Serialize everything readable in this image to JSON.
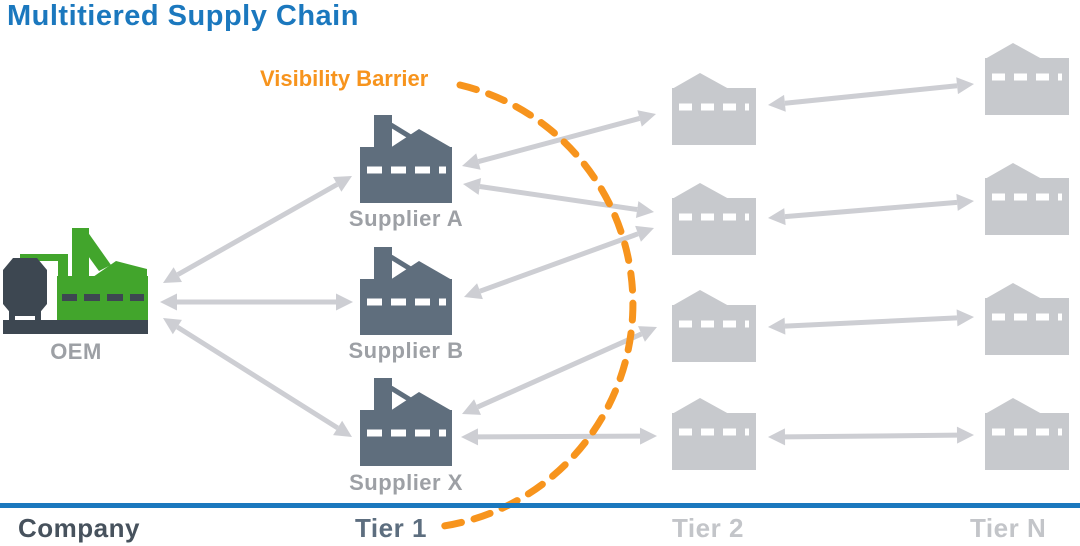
{
  "title": {
    "text": "Multitiered Supply Chain",
    "color": "#1b78be"
  },
  "colors": {
    "axis_blue": "#1b78be",
    "barrier_orange": "#f7941d",
    "oem_green": "#42a52c",
    "icon_dark": "#3d4751",
    "supplier_slate": "#5f6e7d",
    "tier_gray": "#c7c9cd",
    "arrow_gray": "#cdced3",
    "entity_label": "#9da0a5",
    "background": "#ffffff"
  },
  "diagram": {
    "barrier": {
      "label": "Visibility Barrier",
      "color": "#f7941d",
      "style": "dashed-arc",
      "separates": [
        "Tier 1",
        "Tier 2"
      ]
    },
    "nodes": [
      {
        "id": "oem",
        "type": "oem",
        "label": "OEM",
        "column": "Company"
      },
      {
        "id": "supplier-a",
        "type": "supplier",
        "label": "Supplier A",
        "column": "Tier 1"
      },
      {
        "id": "supplier-b",
        "type": "supplier",
        "label": "Supplier B",
        "column": "Tier 1"
      },
      {
        "id": "supplier-x",
        "type": "supplier",
        "label": "Supplier X",
        "column": "Tier 1"
      },
      {
        "id": "tier2-1",
        "type": "plant",
        "label": "",
        "column": "Tier 2"
      },
      {
        "id": "tier2-2",
        "type": "plant",
        "label": "",
        "column": "Tier 2"
      },
      {
        "id": "tier2-3",
        "type": "plant",
        "label": "",
        "column": "Tier 2"
      },
      {
        "id": "tier2-4",
        "type": "plant",
        "label": "",
        "column": "Tier 2"
      },
      {
        "id": "tiern-1",
        "type": "plant",
        "label": "",
        "column": "Tier N"
      },
      {
        "id": "tiern-2",
        "type": "plant",
        "label": "",
        "column": "Tier N"
      },
      {
        "id": "tiern-3",
        "type": "plant",
        "label": "",
        "column": "Tier N"
      },
      {
        "id": "tiern-4",
        "type": "plant",
        "label": "",
        "column": "Tier N"
      }
    ],
    "edges": [
      {
        "from": "oem",
        "to": "supplier-a",
        "direction": "bidirectional"
      },
      {
        "from": "oem",
        "to": "supplier-b",
        "direction": "bidirectional"
      },
      {
        "from": "oem",
        "to": "supplier-x",
        "direction": "bidirectional"
      },
      {
        "from": "supplier-a",
        "to": "tier2-1",
        "direction": "bidirectional"
      },
      {
        "from": "supplier-a",
        "to": "tier2-2",
        "direction": "bidirectional"
      },
      {
        "from": "supplier-b",
        "to": "tier2-2",
        "direction": "bidirectional"
      },
      {
        "from": "supplier-x",
        "to": "tier2-3",
        "direction": "bidirectional"
      },
      {
        "from": "supplier-x",
        "to": "tier2-4",
        "direction": "bidirectional"
      },
      {
        "from": "tier2-1",
        "to": "tiern-1",
        "direction": "bidirectional"
      },
      {
        "from": "tier2-2",
        "to": "tiern-2",
        "direction": "bidirectional"
      },
      {
        "from": "tier2-3",
        "to": "tiern-3",
        "direction": "bidirectional"
      },
      {
        "from": "tier2-4",
        "to": "tiern-4",
        "direction": "bidirectional"
      }
    ]
  },
  "footer": {
    "labels": [
      {
        "text": "Company",
        "color": "#47525d"
      },
      {
        "text": "Tier 1",
        "color": "#5d6e7f"
      },
      {
        "text": "Tier 2",
        "color": "#c3c5c9"
      },
      {
        "text": "Tier N",
        "color": "#c3c5c9"
      }
    ]
  }
}
